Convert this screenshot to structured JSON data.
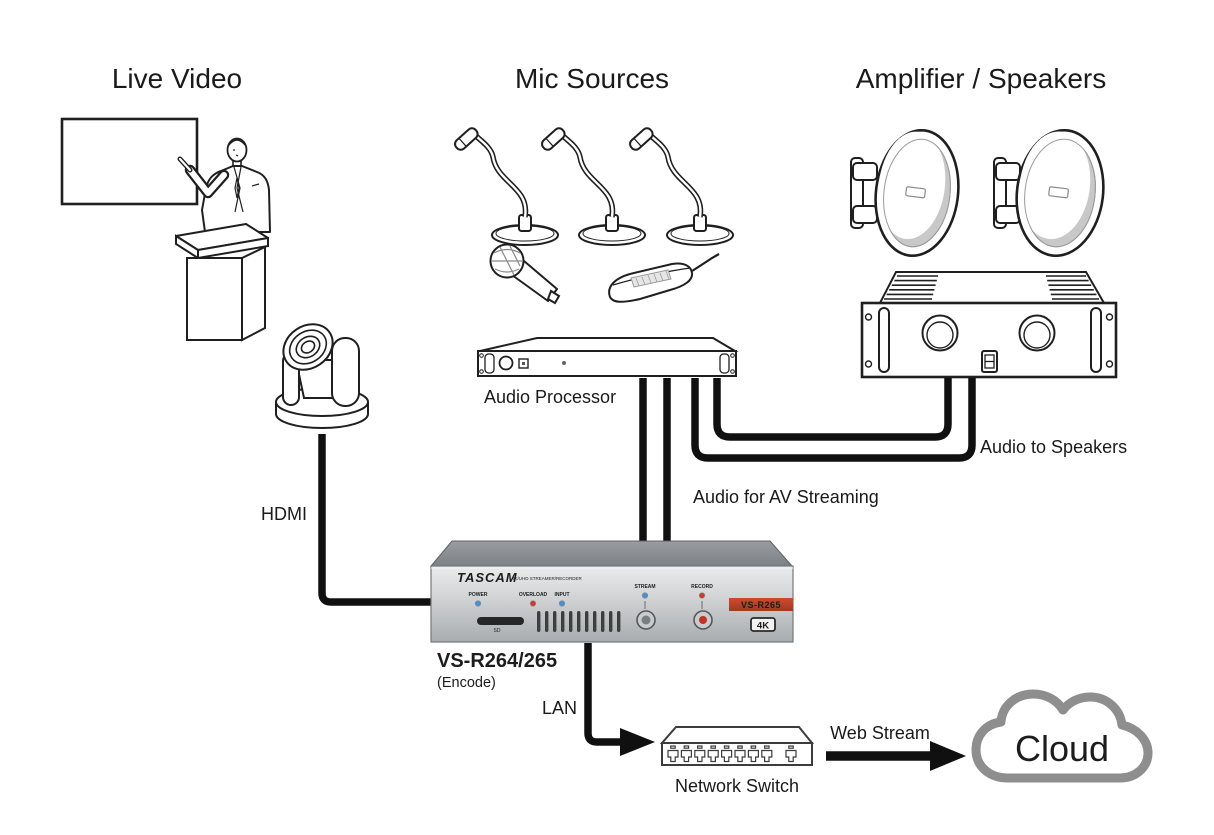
{
  "sections": {
    "live_video": {
      "title": "Live Video"
    },
    "mic_sources": {
      "title": "Mic Sources"
    },
    "amplifier_speakers": {
      "title": "Amplifier / Speakers"
    }
  },
  "labels": {
    "audio_processor": "Audio Processor",
    "audio_to_speakers": "Audio to Speakers",
    "audio_for_av_streaming": "Audio for AV Streaming",
    "hdmi": "HDMI",
    "lan": "LAN",
    "network_switch": "Network Switch",
    "web_stream": "Web Stream",
    "cloud": "Cloud"
  },
  "streamer": {
    "brand": "TASCAM",
    "tagline": "4K/UHD STREAMER/RECORDER",
    "model_badge": "VS-R265",
    "format_badge": "4K",
    "sd_slot": "SD",
    "leds": [
      {
        "name": "POWER",
        "color": "#4a8fd4"
      },
      {
        "name": "OVERLOAD",
        "color": "#d03a2a"
      },
      {
        "name": "INPUT",
        "color": "#4a8fd4"
      },
      {
        "name": "STREAM",
        "color": "#4a8fd4"
      },
      {
        "name": "RECORD",
        "color": "#d03a2a"
      }
    ],
    "caption_model": "VS-R264/265",
    "caption_mode": "(Encode)"
  },
  "colors": {
    "line": "#1f1f1f",
    "cable": "#101010",
    "badge_red": "#b5432c",
    "cloud_outline": "#8e8e8e",
    "record_button": "#c03326"
  }
}
